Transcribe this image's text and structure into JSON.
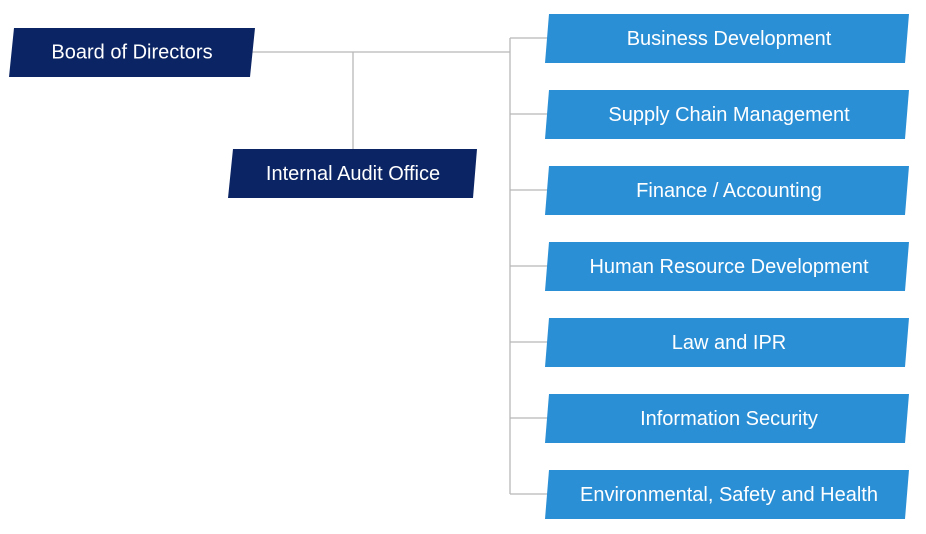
{
  "colors": {
    "primary_node": "#0b2463",
    "department_node": "#2b8fd6",
    "connector": "#b8b8b8",
    "label_text": "#ffffff"
  },
  "org": {
    "board": {
      "label": "Board of Directors"
    },
    "audit": {
      "label": "Internal Audit Office"
    },
    "departments": [
      {
        "label": "Business Development"
      },
      {
        "label": "Supply Chain Management"
      },
      {
        "label": "Finance / Accounting"
      },
      {
        "label": "Human Resource Development"
      },
      {
        "label": "Law and IPR"
      },
      {
        "label": "Information Security"
      },
      {
        "label": "Environmental, Safety and Health"
      }
    ]
  }
}
